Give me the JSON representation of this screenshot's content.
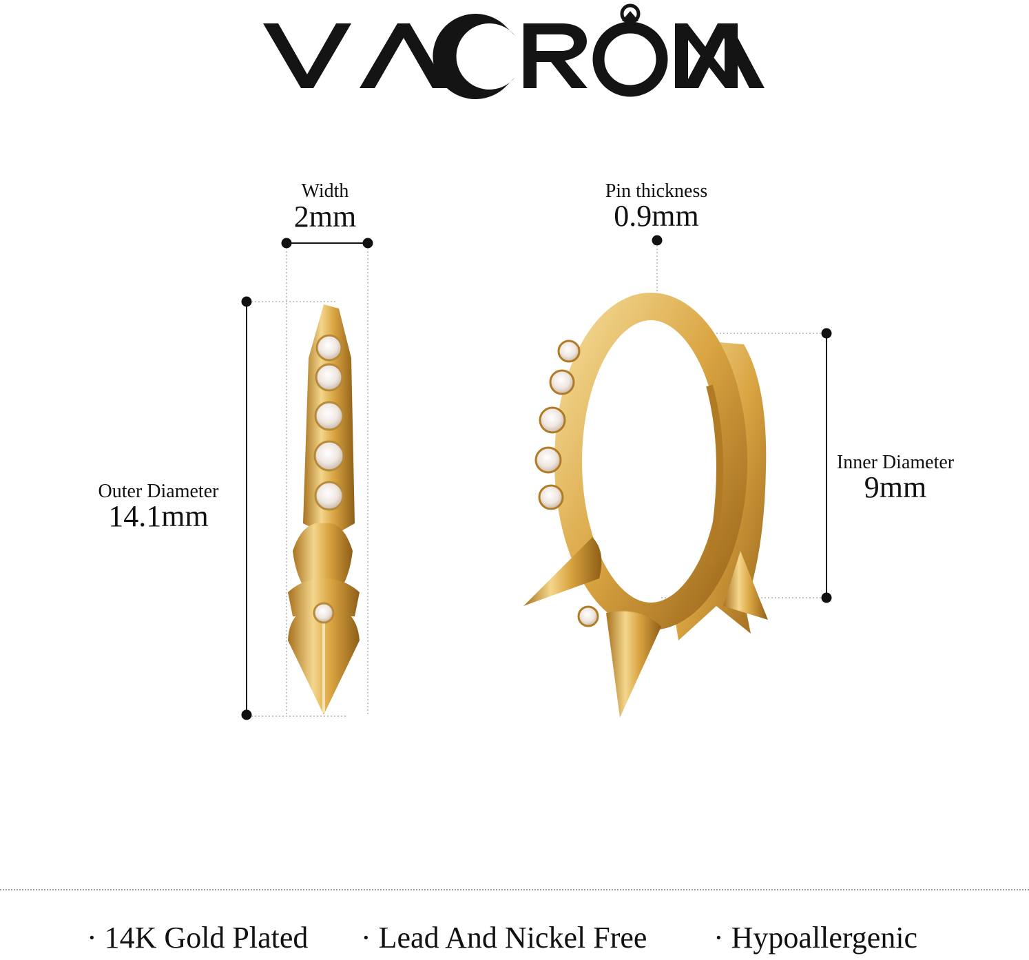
{
  "brand": {
    "logo_text": "VACRONA"
  },
  "dimensions": {
    "width": {
      "label": "Width",
      "value": "2mm"
    },
    "pin_thickness": {
      "label": "Pin thickness",
      "value": "0.9mm"
    },
    "outer_diameter": {
      "label": "Outer Diameter",
      "value": "14.1mm"
    },
    "inner_diameter": {
      "label": "Inner Diameter",
      "value": "9mm"
    }
  },
  "features": [
    {
      "text": "· 14K Gold Plated"
    },
    {
      "text": "· Lead And Nickel Free"
    },
    {
      "text": "· Hypoallergenic"
    }
  ],
  "colors": {
    "gold": "#d9a441",
    "gold_dark": "#a8721f",
    "gold_light": "#f3d68c",
    "text": "#111111",
    "background": "#ffffff"
  }
}
